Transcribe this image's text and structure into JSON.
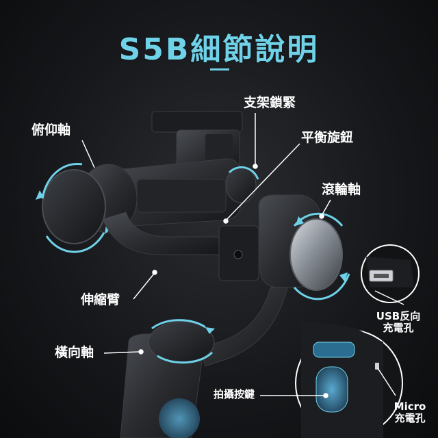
{
  "title": "S5B細節說明",
  "colors": {
    "accent": "#6fd2e8",
    "label": "#ffffff"
  },
  "labels": {
    "tilt_axis": "俯仰軸",
    "bracket_lock": "支架鎖緊",
    "balance_knob": "平衡旋鈕",
    "roll_axis": "滾輪軸",
    "extension_arm": "伸縮臂",
    "pan_axis": "橫向軸",
    "shutter_button": "拍攝按鍵",
    "usb_charging_line1": "USB反向",
    "usb_charging_line2": "充電孔",
    "micro_charging_line1": "Micro",
    "micro_charging_line2": "充電孔"
  }
}
